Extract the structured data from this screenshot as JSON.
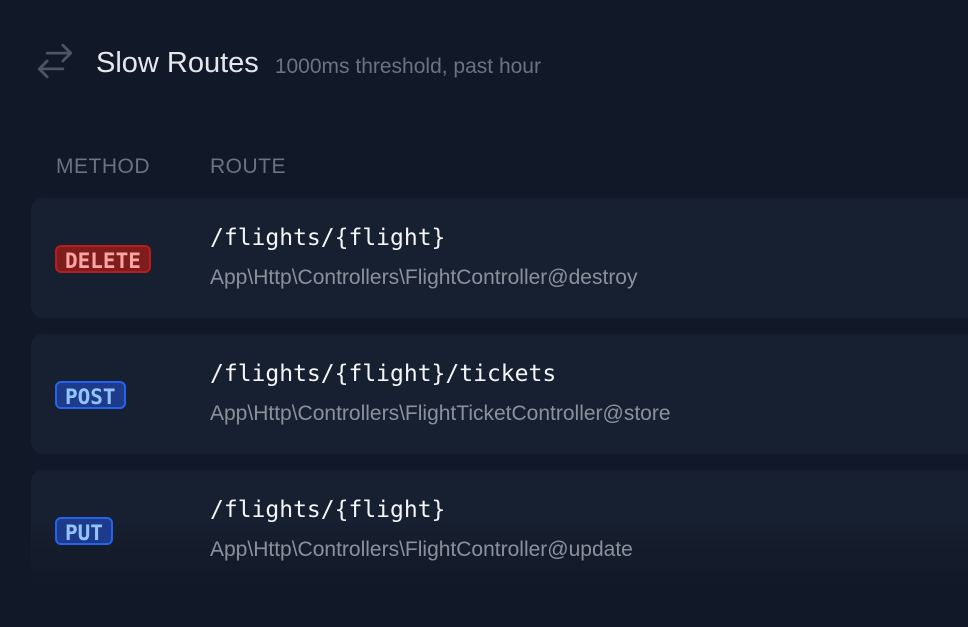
{
  "header": {
    "icon": "arrows-right-left-icon",
    "title": "Slow Routes",
    "subtitle": "1000ms threshold, past hour"
  },
  "columns": {
    "method": "METHOD",
    "route": "ROUTE"
  },
  "rows": [
    {
      "method": "DELETE",
      "route": "/flights/{flight}",
      "action": "App\\Http\\Controllers\\FlightController@destroy"
    },
    {
      "method": "POST",
      "route": "/flights/{flight}/tickets",
      "action": "App\\Http\\Controllers\\FlightTicketController@store"
    },
    {
      "method": "PUT",
      "route": "/flights/{flight}",
      "action": "App\\Http\\Controllers\\FlightController@update"
    }
  ],
  "colors": {
    "background": "#111827",
    "row": "#172030",
    "delete": "#b91c1c",
    "blue": "#2563eb"
  }
}
